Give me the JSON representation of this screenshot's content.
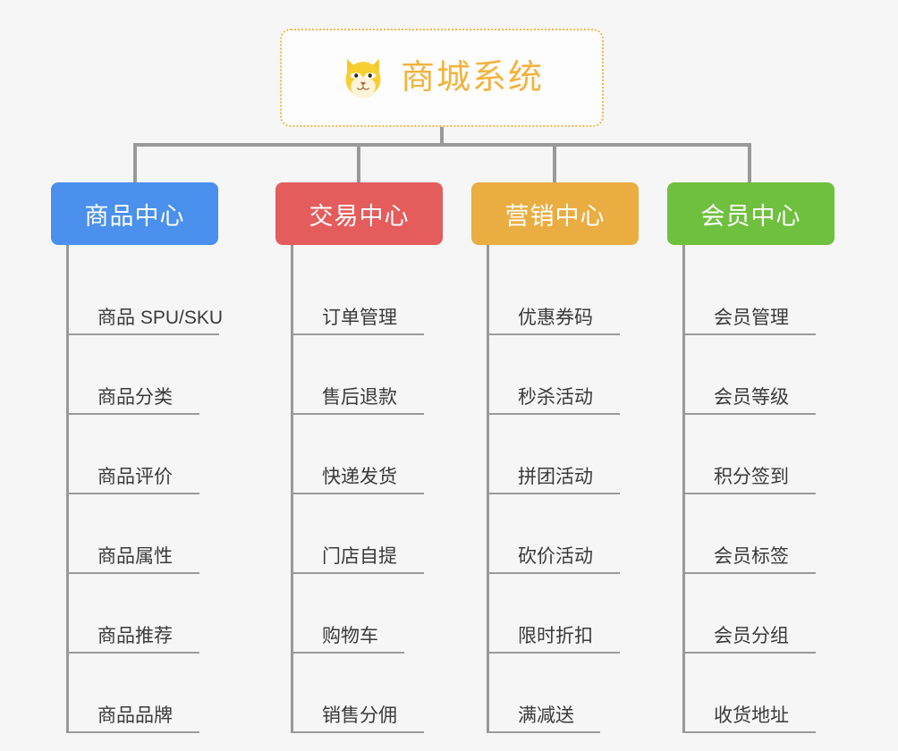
{
  "root": {
    "title": "商城系统",
    "icon": "shiba-dog-face-icon",
    "border_color": "#f0b64a",
    "text_color": "#f2b33d"
  },
  "branches": [
    {
      "label": "商品中心",
      "color": "#4a90ec",
      "items": [
        "商品 SPU/SKU",
        "商品分类",
        "商品评价",
        "商品属性",
        "商品推荐",
        "商品品牌"
      ]
    },
    {
      "label": "交易中心",
      "color": "#e45c5c",
      "items": [
        "订单管理",
        "售后退款",
        "快递发货",
        "门店自提",
        "购物车",
        "销售分佣"
      ]
    },
    {
      "label": "营销中心",
      "color": "#eaad42",
      "items": [
        "优惠券码",
        "秒杀活动",
        "拼团活动",
        "砍价活动",
        "限时折扣",
        "满减送"
      ]
    },
    {
      "label": "会员中心",
      "color": "#70c040",
      "items": [
        "会员管理",
        "会员等级",
        "积分签到",
        "会员标签",
        "会员分组",
        "收货地址"
      ]
    }
  ],
  "theme": {
    "background": "#f6f6f6",
    "connector_color": "#999999",
    "rule_color": "#9a9a9a",
    "leaf_text_color": "#3a3a3a"
  }
}
